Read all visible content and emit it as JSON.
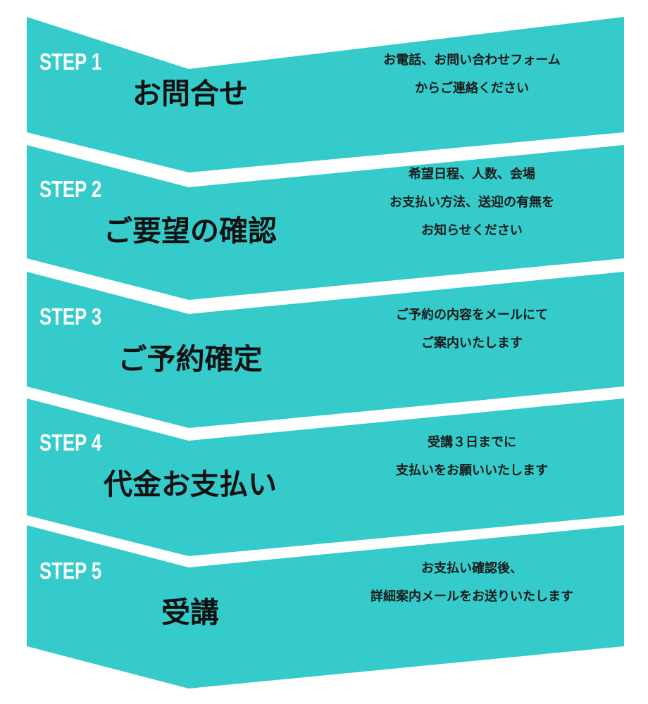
{
  "colors": {
    "chevron_fill": "#35cbcb",
    "label_text": "#ffffff",
    "title_text": "#111111"
  },
  "steps": [
    {
      "label": "STEP 1",
      "title": "お問合せ",
      "desc": [
        "お電話、お問い合わせフォーム",
        "からご連絡ください"
      ]
    },
    {
      "label": "STEP 2",
      "title": "ご要望の確認",
      "desc": [
        "希望日程、人数、会場",
        "お支払い方法、送迎の有無を",
        "お知らせください"
      ]
    },
    {
      "label": "STEP 3",
      "title": "ご予約確定",
      "desc": [
        "ご予約の内容をメールにて",
        "ご案内いたします"
      ]
    },
    {
      "label": "STEP 4",
      "title": "代金お支払い",
      "desc": [
        "受講３日までに",
        "支払いをお願いいたします"
      ]
    },
    {
      "label": "STEP 5",
      "title": "受講",
      "desc": [
        "お支払い確認後、",
        "詳細案内メールをお送りいたします"
      ]
    }
  ]
}
